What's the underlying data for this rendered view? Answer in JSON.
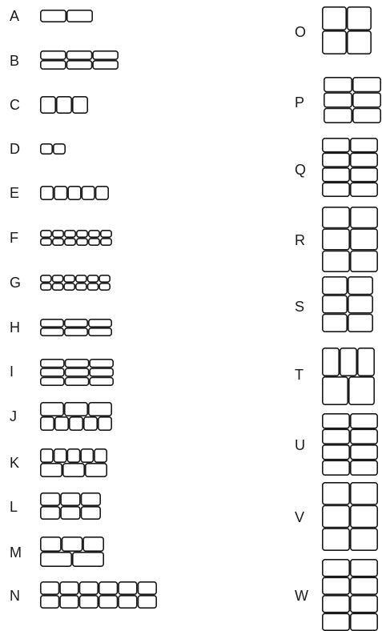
{
  "figure": {
    "patterns": [
      {
        "label": "A",
        "cell_rows": [
          [
            1,
            1
          ]
        ]
      },
      {
        "label": "B",
        "cell_rows": [
          [
            1,
            1,
            1
          ],
          [
            1,
            1,
            1
          ]
        ]
      },
      {
        "label": "C",
        "cell_rows": [
          [
            1,
            1,
            1
          ]
        ]
      },
      {
        "label": "D",
        "cell_rows": [
          [
            1,
            1
          ]
        ]
      },
      {
        "label": "E",
        "cell_rows": [
          [
            1,
            1,
            1,
            1,
            1
          ]
        ]
      },
      {
        "label": "F",
        "cell_rows": [
          [
            1,
            1,
            1,
            1,
            1,
            1
          ],
          [
            1,
            1,
            1,
            1,
            1,
            1
          ]
        ]
      },
      {
        "label": "G",
        "cell_rows": [
          [
            1,
            1,
            1,
            1,
            1,
            1
          ],
          [
            1,
            1,
            1,
            1,
            1,
            1
          ]
        ]
      },
      {
        "label": "H",
        "cell_rows": [
          [
            1,
            1,
            1
          ],
          [
            1,
            1,
            1
          ]
        ]
      },
      {
        "label": "I",
        "cell_rows": [
          [
            1,
            1,
            1
          ],
          [
            1,
            1,
            1
          ],
          [
            1,
            1,
            1
          ]
        ]
      },
      {
        "label": "J",
        "cell_rows": [
          [
            1,
            1,
            1
          ],
          [
            1,
            1,
            1,
            1,
            1
          ]
        ]
      },
      {
        "label": "K",
        "cell_rows": [
          [
            1,
            1,
            1,
            1,
            1
          ],
          [
            1,
            1,
            1
          ]
        ]
      },
      {
        "label": "L",
        "cell_rows": [
          [
            1,
            1,
            1
          ],
          [
            1,
            1,
            1
          ]
        ]
      },
      {
        "label": "M",
        "cell_rows": [
          [
            1,
            1,
            1
          ],
          [
            1,
            1
          ]
        ]
      },
      {
        "label": "N",
        "cell_rows": [
          [
            1,
            1,
            1,
            1,
            1,
            1
          ],
          [
            1,
            1,
            1,
            1,
            1,
            1
          ]
        ]
      },
      {
        "label": "O",
        "cell_rows": [
          [
            1,
            1
          ],
          [
            1,
            1
          ]
        ]
      },
      {
        "label": "P",
        "cell_rows": [
          [
            1,
            1
          ],
          [
            1,
            1
          ],
          [
            1,
            1
          ]
        ]
      },
      {
        "label": "Q",
        "cell_rows": [
          [
            1,
            1
          ],
          [
            1,
            1
          ],
          [
            1,
            1
          ],
          [
            1,
            1
          ]
        ]
      },
      {
        "label": "R",
        "cell_rows": [
          [
            1,
            1
          ],
          [
            1,
            1
          ],
          [
            1,
            1
          ]
        ]
      },
      {
        "label": "S",
        "cell_rows": [
          [
            1,
            1
          ],
          [
            1,
            1
          ],
          [
            1,
            1
          ]
        ]
      },
      {
        "label": "T",
        "cell_rows": [
          [
            1,
            1,
            1
          ],
          [
            1,
            1
          ]
        ]
      },
      {
        "label": "U",
        "cell_rows": [
          [
            1,
            1
          ],
          [
            1,
            1
          ],
          [
            1,
            1
          ],
          [
            1,
            1
          ]
        ]
      },
      {
        "label": "V",
        "cell_rows": [
          [
            1,
            1
          ],
          [
            1,
            1
          ],
          [
            1,
            1
          ]
        ]
      },
      {
        "label": "W",
        "cell_rows": [
          [
            1,
            1
          ],
          [
            1,
            1
          ],
          [
            1,
            1
          ],
          [
            1,
            1
          ]
        ]
      }
    ]
  }
}
